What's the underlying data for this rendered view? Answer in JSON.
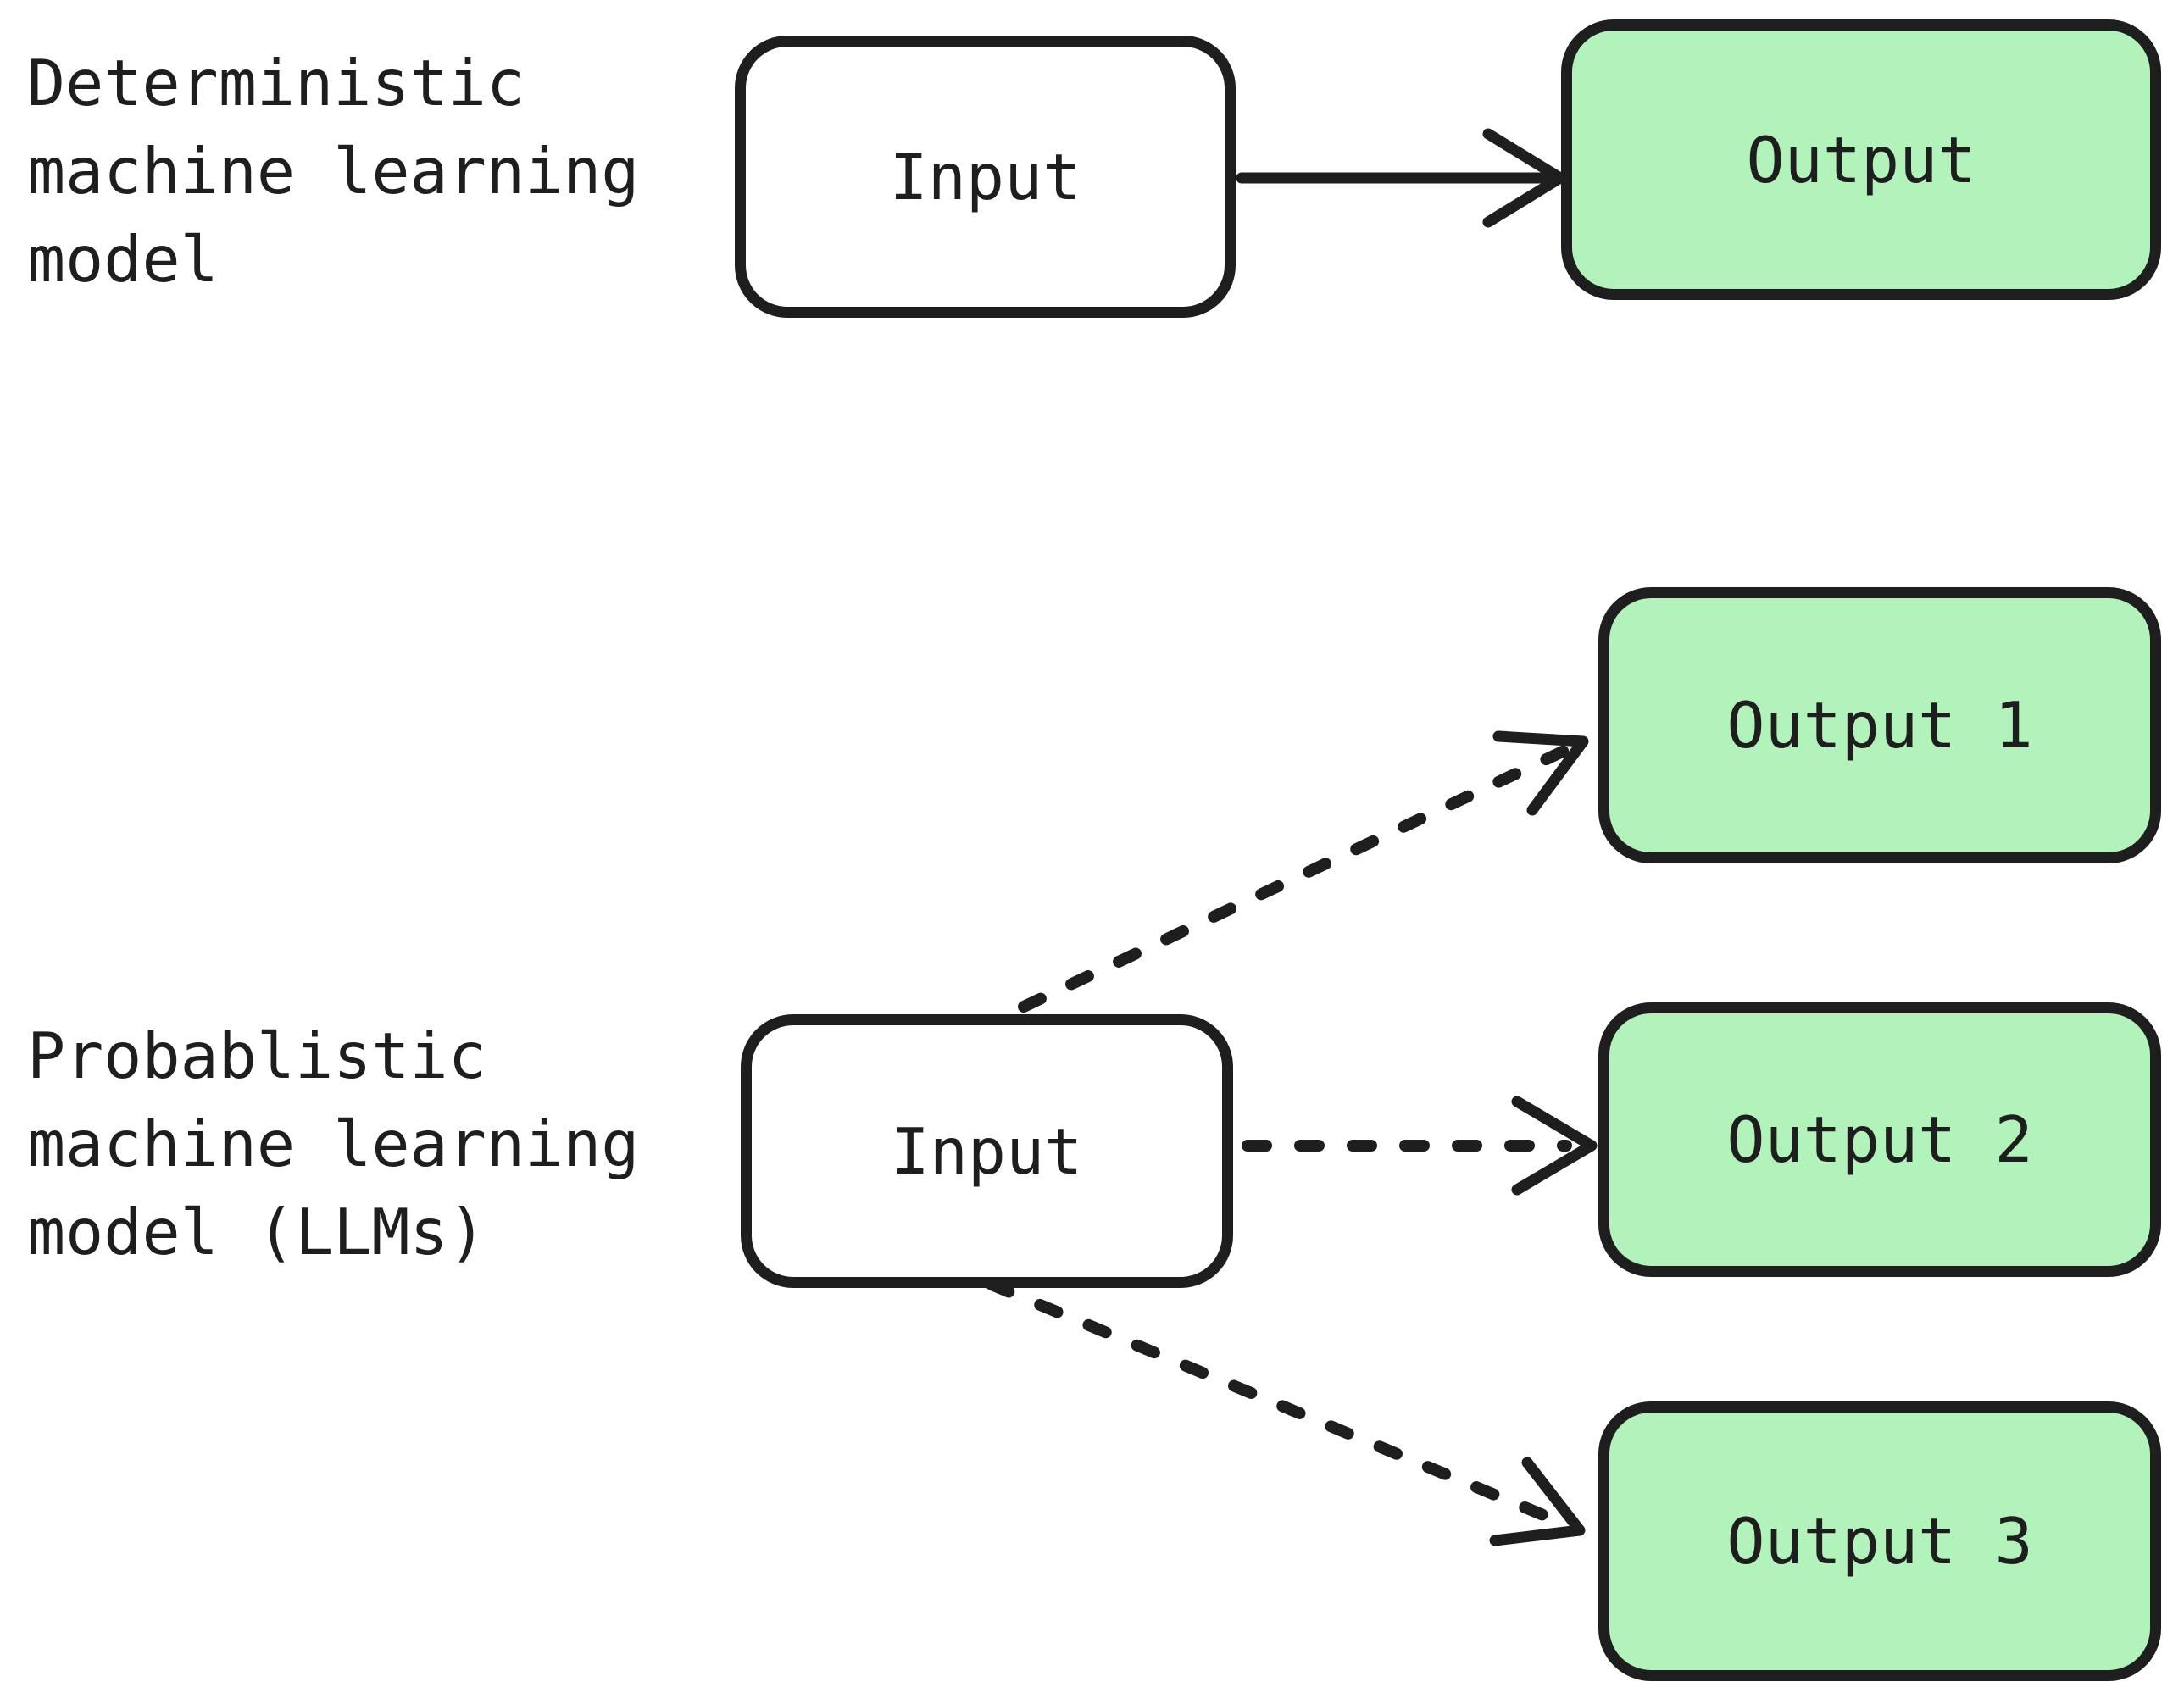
{
  "diagram": {
    "colors": {
      "stroke": "#1e1e1e",
      "green_fill": "#b2f2bb",
      "background": "#ffffff"
    },
    "sections": [
      {
        "label": "Deterministic\nmachine learning\nmodel",
        "input_label": "Input",
        "arrow_style": "solid",
        "outputs": [
          "Output"
        ]
      },
      {
        "label": "Probablistic\nmachine learning\nmodel (LLMs)",
        "input_label": "Input",
        "arrow_style": "dashed",
        "outputs": [
          "Output 1",
          "Output 2",
          "Output 3"
        ]
      }
    ]
  }
}
